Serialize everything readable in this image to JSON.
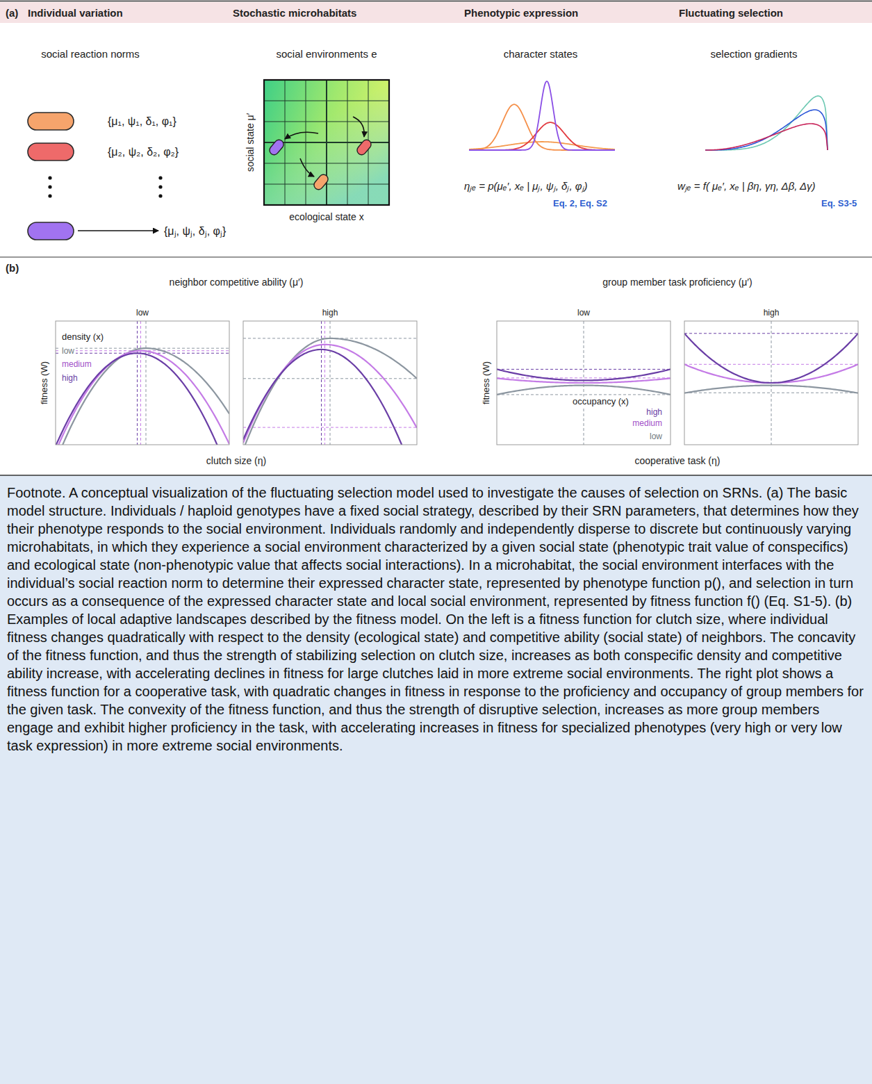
{
  "diagram": {
    "caption": "Footnote. A conceptual visualization of the fluctuating selection model used to investigate the causes of selection on SRNs. (a) The basic model structure. Individuals / haploid genotypes have a fixed social strategy, described by their SRN parameters, that determines how they their phenotype responds to the social environment. Individuals randomly and independently disperse to discrete but continuously varying microhabitats, in which they experience a social environment characterized by a given social state (phenotypic trait value of conspecifics) and ecological state (non-phenotypic value that affects social interactions). In a microhabitat, the social environment interfaces with the individual’s social reaction norm to determine their expressed character state, represented by phenotype function p(), and selection in turn occurs as a consequence of the expressed character state and local social environment, represented by fitness function f() (Eq. S1-5). (b) Examples of local adaptive landscapes described by the fitness model. On the left is a fitness function for clutch size, where individual fitness changes quadratically with respect to the density (ecological state) and competitive ability (social state) of neighbors. The concavity of the fitness function, and thus the strength of stabilizing selection on clutch size, increases as both conspecific density and competitive ability increase, with accelerating declines in fitness for large clutches laid in more extreme social environments. The right plot shows a fitness function for a cooperative task, with quadratic changes in fitness in response to the proficiency and occupancy of group members for the given task. The convexity of the fitness function, and thus the strength of disruptive selection, increases as more group members engage and exhibit higher proficiency in the task, with accelerating increases in fitness for specialized phenotypes (very high or very low task expression) in more extreme social environments.",
    "nodes": [
      {
        "text": [
          "(a)",
          "Individual variation",
          "Stochastic microhabitats",
          "Phenotypic expression",
          "Fluctuating selection"
        ]
      }
    ],
    "labels": [
      "social reaction norms",
      "{μ₁, ψ₁, δ₁, φ₁}",
      "{μ₂, ψ₂, δ₂, φ₂}",
      "{μⱼ, ψⱼ, δⱼ, φⱼ}",
      "social environments e",
      "social state μ′",
      "ecological state x",
      "character states",
      "ηⱼₑ = p(μₑ′, xₑ | μⱼ, ψⱼ, δⱼ, φⱼ)",
      "Eq. 2, Eq. S2",
      "selection gradients",
      "wⱼₑ = f( μₑ′, xₑ | βη, γη, Δβ, Δγ)",
      "Eq. S3-5",
      "(b)",
      "neighbor competitive ability (μ′)",
      "low",
      "high",
      "density (x)",
      "low",
      "medium",
      "high",
      "fitness (W)",
      "clutch size (η)",
      "group member task proficiency (μ′)",
      "low",
      "high",
      "occupancy (x)",
      "high",
      "medium",
      "low",
      "fitness (W)",
      "cooperative task (η)"
    ]
  }
}
